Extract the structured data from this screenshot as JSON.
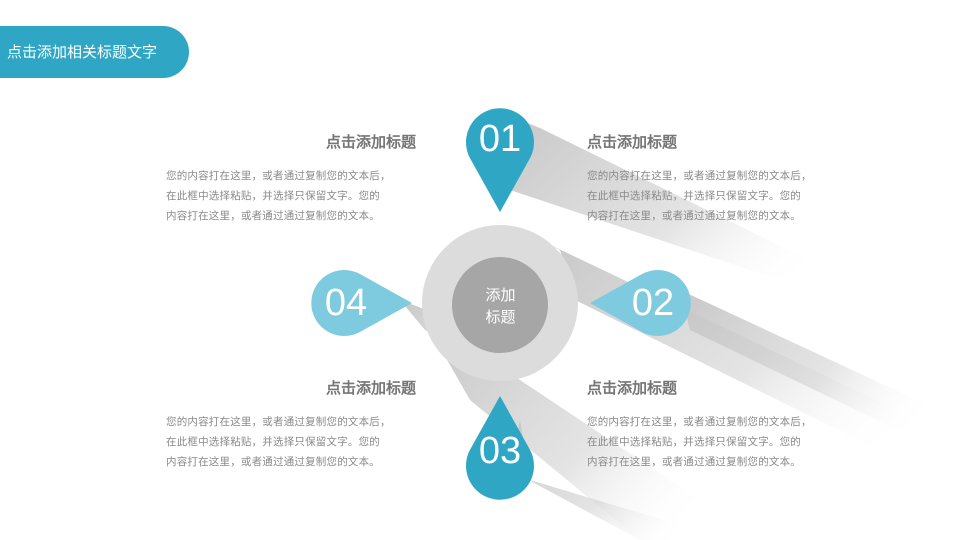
{
  "header": {
    "title": "点击添加相关标题文字"
  },
  "center": {
    "label_line1": "添加",
    "label_line2": "标题"
  },
  "items": [
    {
      "number": "01",
      "title": "点击添加标题",
      "lines": [
        "您的内容打在这里，或者通过复制您的文本后，",
        "在此框中选择粘贴，并选择只保留文字。您的",
        "内容打在这里，或者通过通过复制您的文本。"
      ]
    },
    {
      "number": "02",
      "title": "点击添加标题",
      "lines": [
        "您的内容打在这里，或者通过复制您的文本后，",
        "在此框中选择粘贴，并选择只保留文字。您的",
        "内容打在这里，或者通过通过复制您的文本。"
      ]
    },
    {
      "number": "03",
      "title": "点击添加标题",
      "lines": [
        "您的内容打在这里，或者通过复制您的文本后，",
        "在此框中选择粘贴，并选择只保留文字。您的",
        "内容打在这里，或者通过通过复制您的文本。"
      ]
    },
    {
      "number": "04",
      "title": "点击添加标题",
      "lines": [
        "您的内容打在这里，或者通过复制您的文本后，",
        "在此框中选择粘贴，并选择只保留文字。您的",
        "内容打在这里，或者通过通过复制您的文本。"
      ]
    }
  ],
  "colors": {
    "accent_dark": "#2fa7c4",
    "accent_light": "#7ecbe0",
    "ring": "#dcdcdc",
    "core": "#a6a6a6",
    "heading": "#767676",
    "body": "#8a8a8a"
  }
}
